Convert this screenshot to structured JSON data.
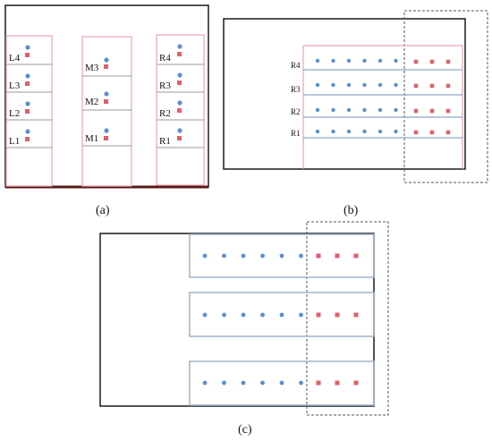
{
  "colors": {
    "frame": "#1a1a1a",
    "frame_a_bottom": "#5a1a1a",
    "pink": "#e9a6ad",
    "gray_line": "#9a9a9a",
    "blue_line": "#8fa8c8",
    "dot": "#5b8fd1",
    "square": "#e0606b",
    "dashed": "#555555"
  },
  "panel_a": {
    "caption": "(a)",
    "left_column": [
      "L4",
      "L3",
      "L2",
      "L1"
    ],
    "middle_column": [
      "M3",
      "M2",
      "M1"
    ],
    "right_column": [
      "R4",
      "R3",
      "R2",
      "R1"
    ]
  },
  "panel_b": {
    "caption": "(b)",
    "rows": [
      "R4",
      "R3",
      "R2",
      "R1"
    ],
    "dots_per_row": 6,
    "squares_per_row": 3
  },
  "panel_c": {
    "caption": "(c)",
    "rows": 3,
    "dots_per_row": 6,
    "squares_per_row": 3
  }
}
